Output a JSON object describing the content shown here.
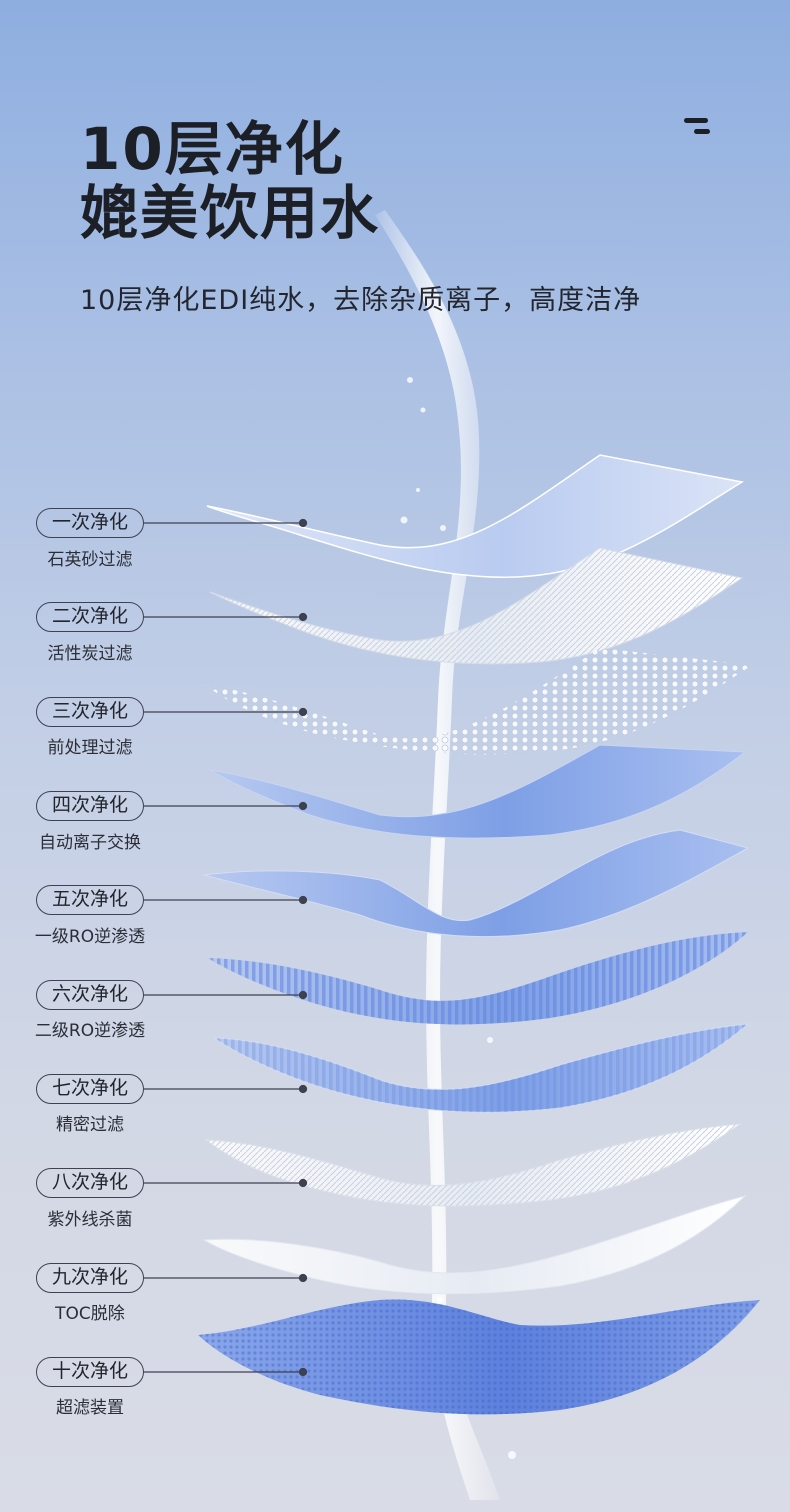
{
  "title_line1": "10层净化",
  "title_line2": "媲美饮用水",
  "subtitle": "10层净化EDI纯水，去除杂质离子，高度洁净",
  "stages": [
    {
      "label": "一次净化",
      "desc": "石英砂过滤"
    },
    {
      "label": "二次净化",
      "desc": "活性炭过滤"
    },
    {
      "label": "三次净化",
      "desc": "前处理过滤"
    },
    {
      "label": "四次净化",
      "desc": "自动离子交换"
    },
    {
      "label": "五次净化",
      "desc": "一级RO逆渗透"
    },
    {
      "label": "六次净化",
      "desc": "二级RO逆渗透"
    },
    {
      "label": "七次净化",
      "desc": "精密过滤"
    },
    {
      "label": "八次净化",
      "desc": "紫外线杀菌"
    },
    {
      "label": "九次净化",
      "desc": "TOC脱除"
    },
    {
      "label": "十次净化",
      "desc": "超滤装置"
    }
  ],
  "colors": {
    "text": "#1d1f26",
    "leader": "#3d4150",
    "layer_blue": "#93b0ea",
    "layer_white": "#f4f6fa",
    "water": "#ffffff"
  },
  "icons": [
    "menu-icon",
    "water-stream-icon",
    "filter-layer-icon"
  ]
}
